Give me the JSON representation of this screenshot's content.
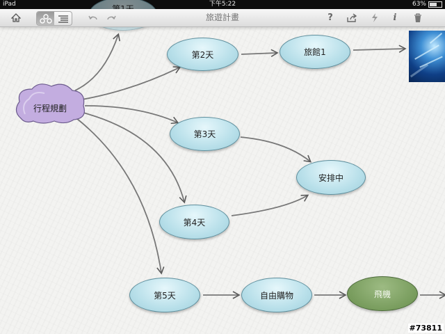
{
  "status_bar": {
    "device": "iPad",
    "time": "下午5:22",
    "battery_text": "63%",
    "battery_level": 0.63
  },
  "toolbar": {
    "title": "旅遊計畫",
    "help_label": "?",
    "info_label": "i",
    "icons": [
      "home-icon",
      "mindmap-view-icon",
      "outline-view-icon",
      "undo-icon",
      "redo-icon",
      "share-icon",
      "lightning-icon",
      "trash-icon"
    ]
  },
  "map": {
    "root": "行程規劃",
    "day1": "第1天",
    "day2": "第2天",
    "day3": "第3天",
    "day4": "第4天",
    "day5": "第5天",
    "hotel": "旅館1",
    "arranging": "安排中",
    "shopping": "自由購物",
    "flight": "飛機"
  },
  "colors": {
    "node_blue": "#b9e0ea",
    "node_green": "#789c5d",
    "cloud_purple": "#bfa8d8",
    "link_gray": "#555555"
  },
  "watermark": "#73811"
}
